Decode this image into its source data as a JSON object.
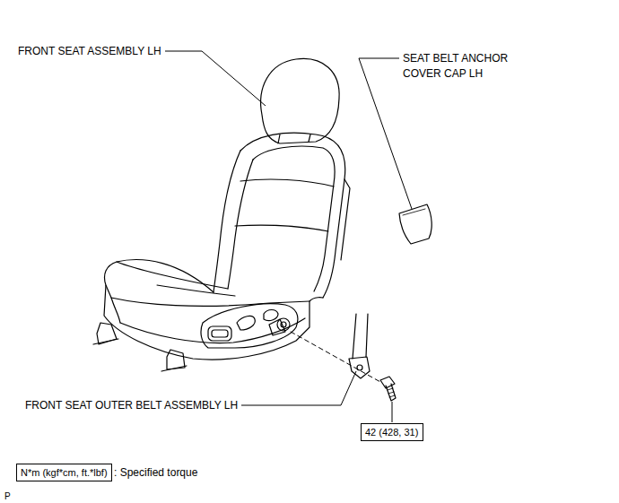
{
  "diagram": {
    "nodes": [
      {
        "text": [
          "42 (428, 31)"
        ]
      },
      {
        "text": [
          "N*m (kgf*cm, ft.*lbf)"
        ]
      }
    ],
    "labels": [
      "FRONT SEAT ASSEMBLY LH",
      "SEAT BELT ANCHOR COVER CAP LH",
      "FRONT SEAT OUTER BELT ASSEMBLY LH",
      ": Specified torque",
      "P"
    ]
  }
}
